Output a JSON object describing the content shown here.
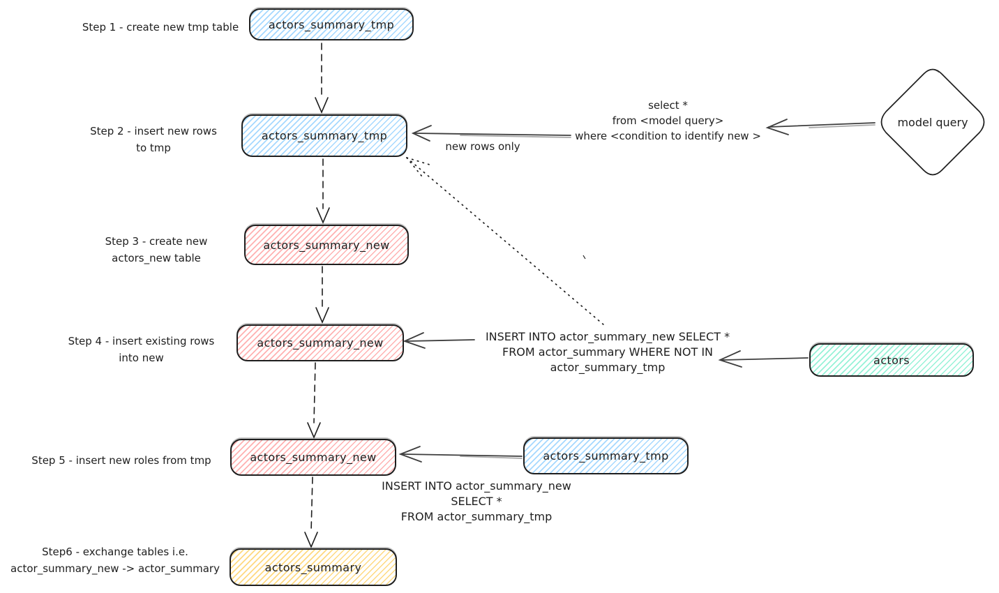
{
  "steps": [
    {
      "label": "Step 1 - create new tmp table",
      "node": "actors_summary_tmp"
    },
    {
      "label": "Step 2 - insert new rows\nto tmp",
      "node": "actors_summary_tmp"
    },
    {
      "label": "Step 3 - create new\nactors_new table",
      "node": "actors_summary_new"
    },
    {
      "label": "Step 4 - insert existing rows\ninto new",
      "node": "actors_summary_new"
    },
    {
      "label": "Step 5 - insert new roles from tmp",
      "node": "actors_summary_new"
    },
    {
      "label": "Step6 - exchange tables i.e.\nactor_summary_new -> actor_summary",
      "node": "actors_summary"
    }
  ],
  "sources": {
    "model_query": "model query",
    "actors": "actors",
    "actors_summary_tmp": "actors_summary_tmp"
  },
  "annotations": {
    "model_query_sql": "select *\nfrom <model query>\nwhere <condition to identify new >",
    "new_rows_only": "new rows only",
    "insert_existing_sql": "INSERT INTO actor_summary_new SELECT *\nFROM actor_summary WHERE NOT IN\nactor_summary_tmp",
    "insert_from_tmp_sql": "INSERT INTO actor_summary_new\nSELECT *\nFROM actor_summary_tmp"
  },
  "colors": {
    "node_blue": "#a5d8ff",
    "node_red": "#ffb1b1",
    "node_green": "#96f2d7",
    "node_yellow": "#ffd980",
    "stroke": "#1e1e1e",
    "canvas_bg": "#ffffff"
  }
}
